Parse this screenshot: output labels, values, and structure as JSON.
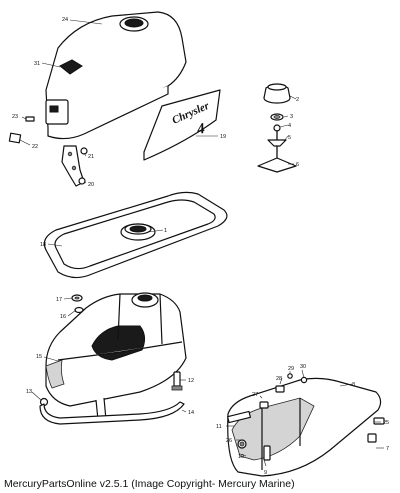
{
  "decal": {
    "brand": "Chrysler",
    "model": "4"
  },
  "callouts": [
    "1",
    "2",
    "3",
    "4",
    "5",
    "6",
    "7",
    "8",
    "9",
    "10",
    "11",
    "12",
    "13",
    "14",
    "15",
    "16",
    "17",
    "18",
    "19",
    "20",
    "21",
    "22",
    "23",
    "24",
    "25",
    "26",
    "27",
    "28",
    "29",
    "30",
    "31"
  ],
  "footer": "MercuryPartsOnline v2.5.1 (Image Copyright- Mercury Marine)"
}
